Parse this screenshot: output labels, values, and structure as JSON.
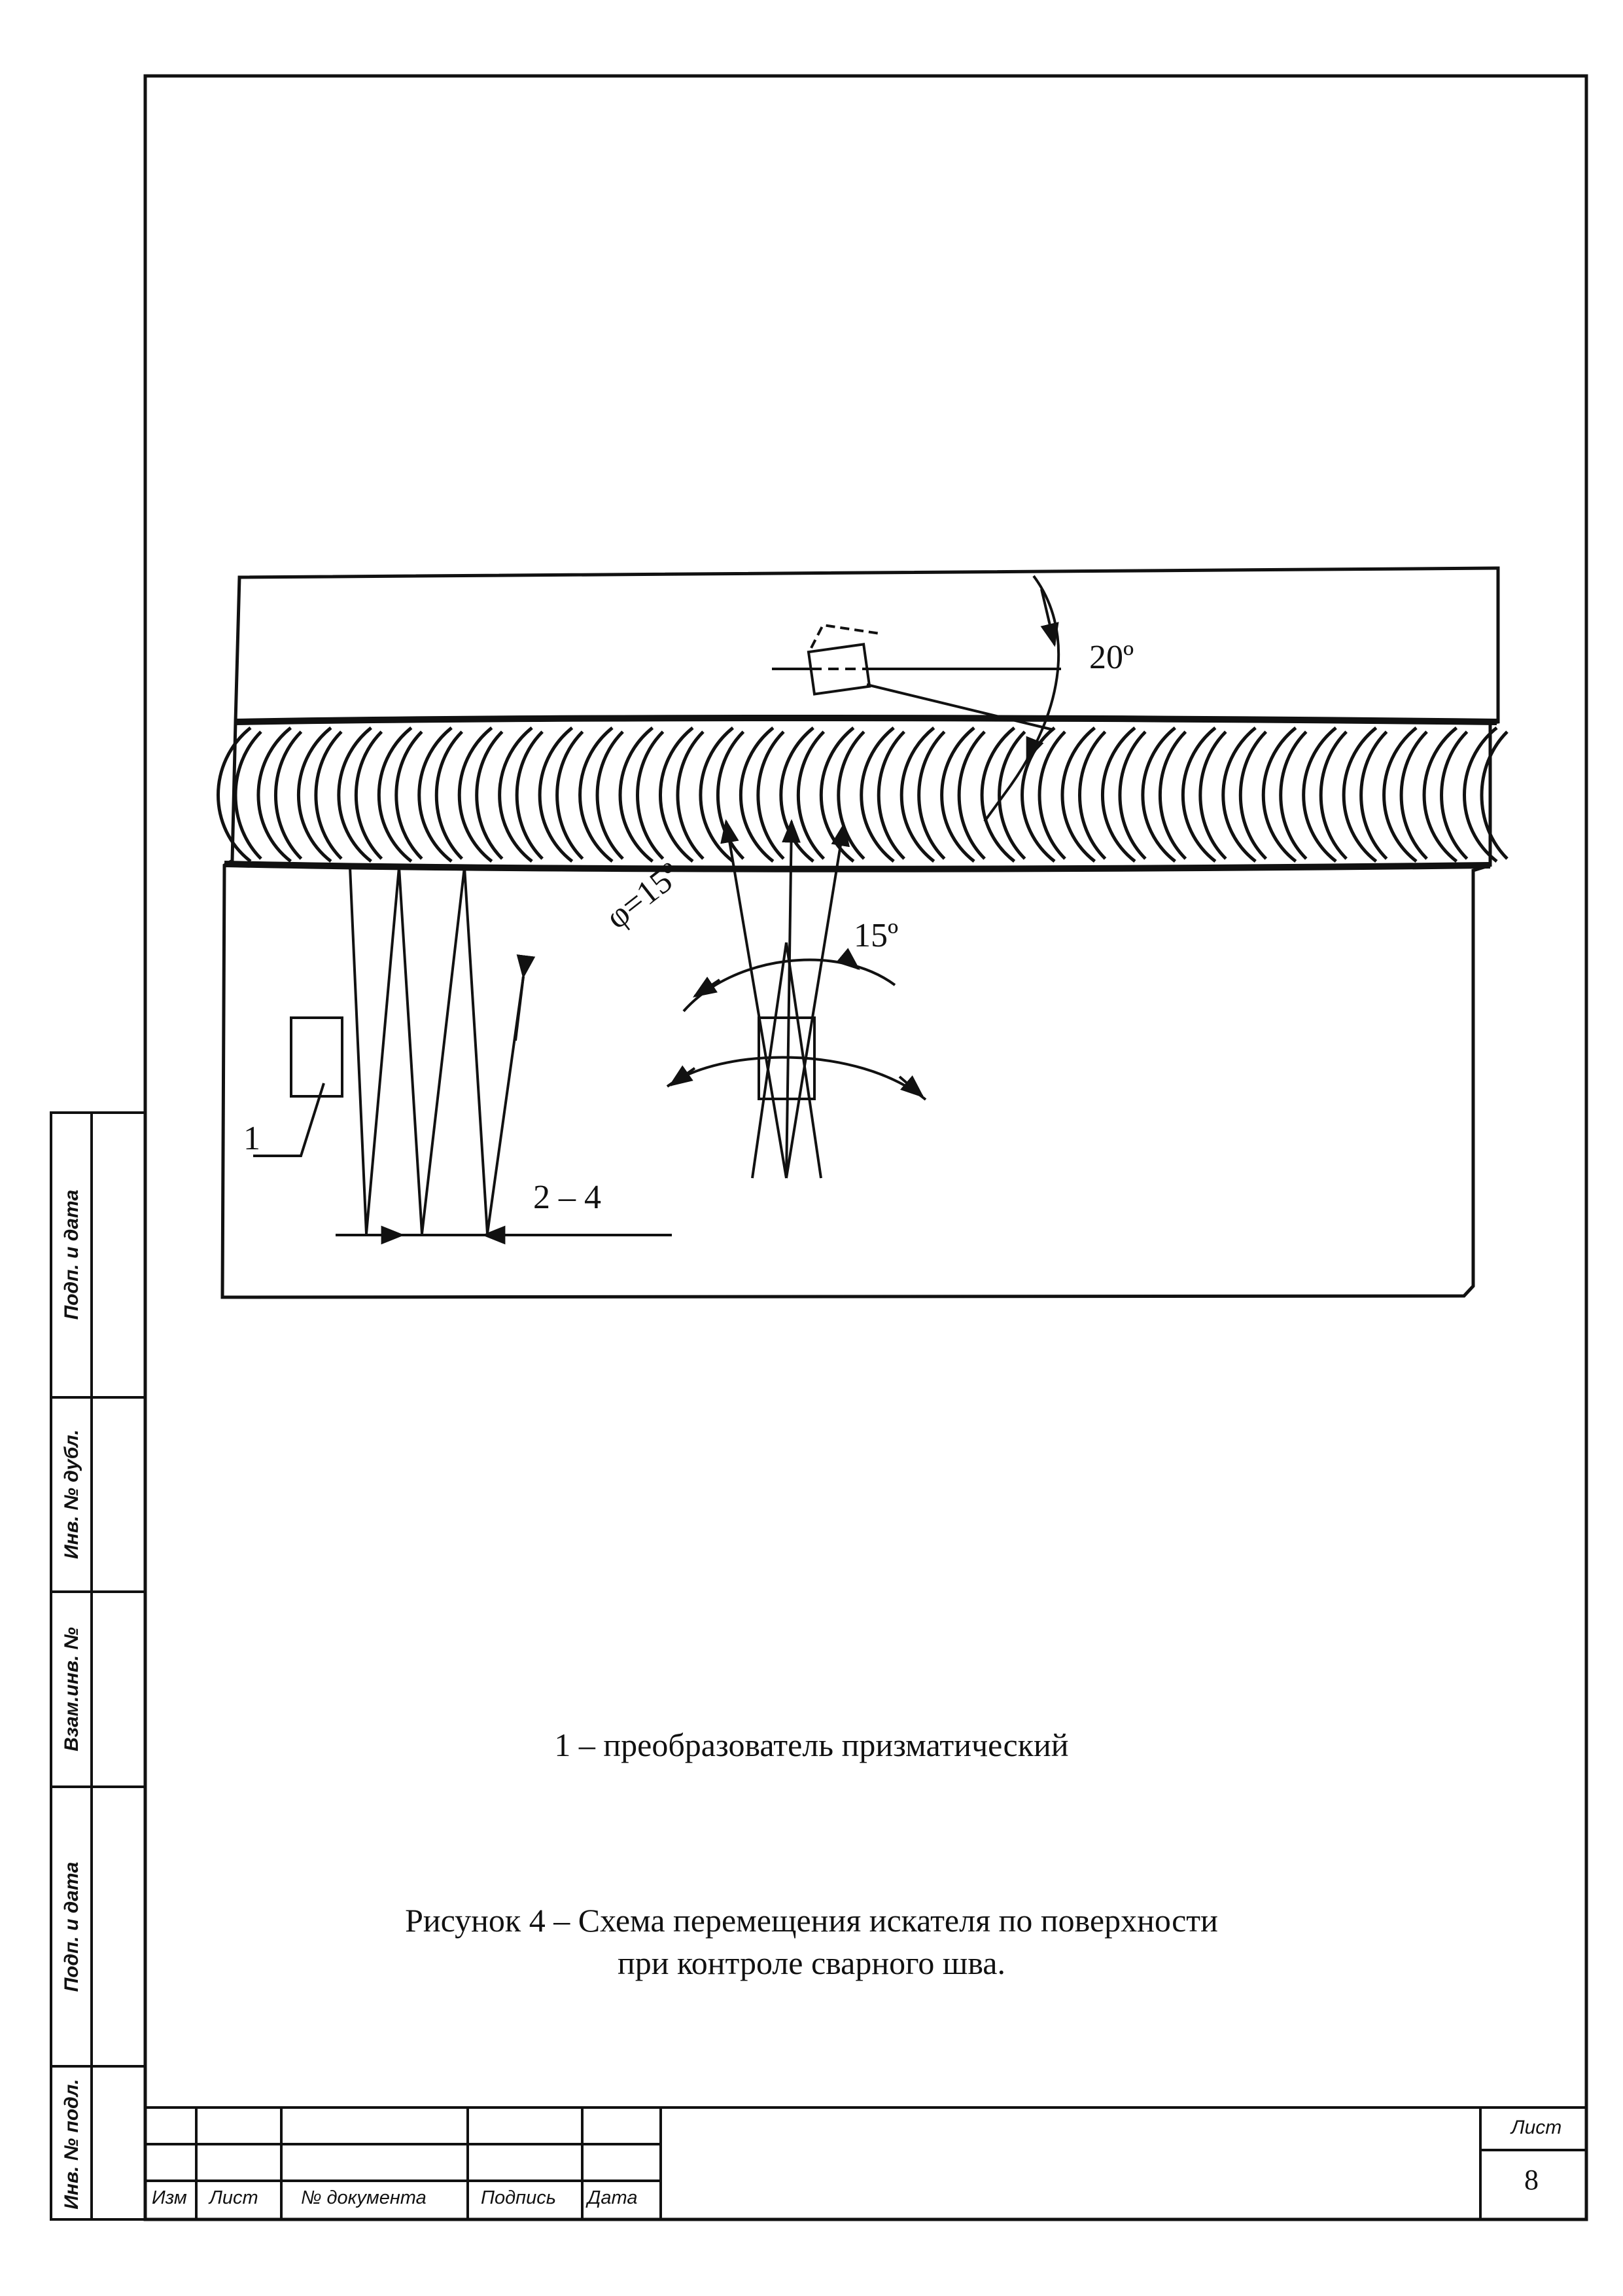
{
  "figure": {
    "labels": {
      "angle_top": "20º",
      "angle_phi": "φ=15º",
      "angle_right": "15º",
      "pitch": "2 – 4",
      "item_1": "1"
    }
  },
  "legend": {
    "item_1": "1 – преобразователь призматический"
  },
  "caption": {
    "line1": "Рисунок 4 – Схема перемещения искателя по поверхности",
    "line2": "при контроле сварного шва."
  },
  "side_stamp": {
    "labels": [
      "Инв. № подл.",
      "Подп. и дата",
      "Взам.инв. №",
      "Инв. № дубл.",
      "Подп. и дата"
    ]
  },
  "title_block": {
    "columns": [
      "Изм",
      "Лист",
      "№ документа",
      "Подпись",
      "Дата"
    ],
    "sheet_label": "Лист",
    "sheet_number": "8"
  }
}
